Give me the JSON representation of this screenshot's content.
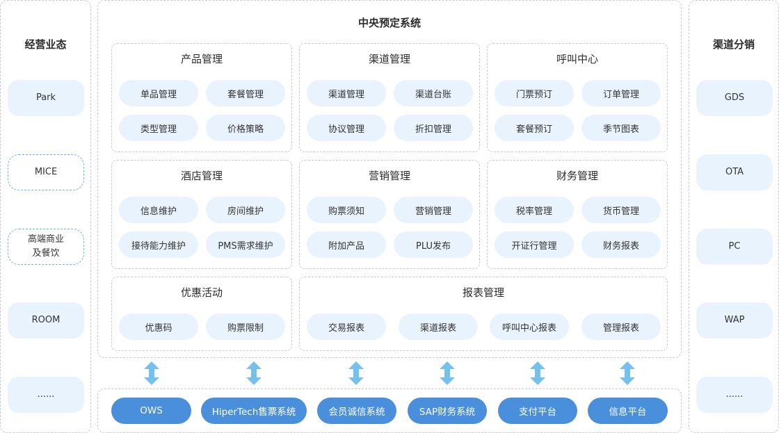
{
  "left_panel": {
    "title": "经营业态",
    "items": [
      "Park",
      "MICE",
      "高端商业\n及餐饮",
      "ROOM",
      "......"
    ]
  },
  "right_panel": {
    "title": "渠道分销",
    "items": [
      "GDS",
      "OTA",
      "PC",
      "WAP",
      "......"
    ]
  },
  "center": {
    "title": "中央预定系统",
    "modules": [
      {
        "title": "产品管理",
        "items": [
          "单品管理",
          "套餐管理",
          "类型管理",
          "价格策略"
        ]
      },
      {
        "title": "渠道管理",
        "items": [
          "渠道管理",
          "渠道台账",
          "协议管理",
          "折扣管理"
        ]
      },
      {
        "title": "呼叫中心",
        "items": [
          "门票预订",
          "订单管理",
          "套餐预订",
          "季节图表"
        ]
      },
      {
        "title": "酒店管理",
        "items": [
          "信息维护",
          "房间维护",
          "接待能力维护",
          "PMS需求维护"
        ]
      },
      {
        "title": "营销管理",
        "items": [
          "购票须知",
          "营销管理",
          "附加产品",
          "PLU发布"
        ]
      },
      {
        "title": "财务管理",
        "items": [
          "税率管理",
          "货币管理",
          "开证行管理",
          "财务报表"
        ]
      },
      {
        "title": "优惠活动",
        "items": [
          "优惠码",
          "购票限制"
        ]
      },
      {
        "title": "报表管理",
        "items": [
          "交易报表",
          "渠道报表",
          "呼叫中心报表",
          "管理报表"
        ]
      }
    ]
  },
  "integrations": [
    "OWS",
    "HiperTech售票系统",
    "会员诚信系统",
    "SAP财务系统",
    "支付平台",
    "信息平台"
  ],
  "colors": {
    "pill_light": "#e8f3fd",
    "pill_dark": "#4a8fdc",
    "arrow": "#74c1ee",
    "dashed_border": "#c4c9d2",
    "dashed_accent": "#6ab2ec"
  },
  "icons": {
    "connector": "double-arrow-icon"
  }
}
